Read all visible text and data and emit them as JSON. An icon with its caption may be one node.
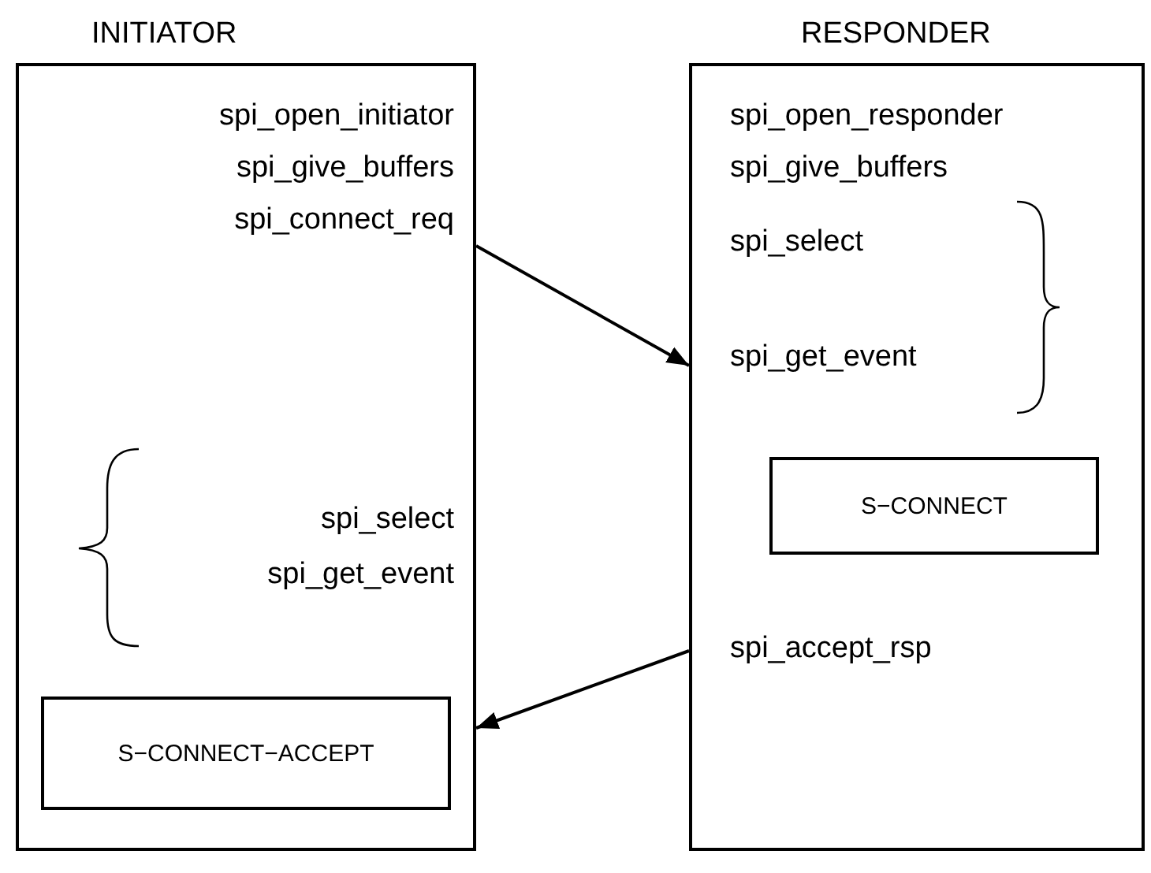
{
  "diagram": {
    "nodes": [
      {
        "text": [
          "INITIATOR"
        ]
      },
      {
        "text": [
          "spi_open_initiator"
        ],
        "in": 0
      },
      {
        "text": [
          "spi_give_buffers"
        ],
        "in": 0
      },
      {
        "text": [
          "spi_connect_req"
        ],
        "in": 0
      },
      {
        "text": [
          "spi_select"
        ],
        "in": 0
      },
      {
        "text": [
          "spi_get_event"
        ],
        "in": 0
      },
      {
        "text": [
          "S−CONNECT−ACCEPT"
        ],
        "in": 0
      },
      {
        "text": [
          "RESPONDER"
        ]
      },
      {
        "text": [
          "spi_open_responder"
        ],
        "in": 7
      },
      {
        "text": [
          "spi_give_buffers"
        ],
        "in": 7
      },
      {
        "text": [
          "spi_select"
        ],
        "in": 7
      },
      {
        "text": [
          "spi_get_event"
        ],
        "in": 7
      },
      {
        "text": [
          "S−CONNECT"
        ],
        "in": 7
      },
      {
        "text": [
          "spi_accept_rsp"
        ],
        "in": 7
      }
    ],
    "edges": [
      {
        "from": 0,
        "to": 7,
        "arrow": "to"
      },
      {
        "from": 7,
        "to": 0,
        "arrow": "to"
      }
    ]
  }
}
